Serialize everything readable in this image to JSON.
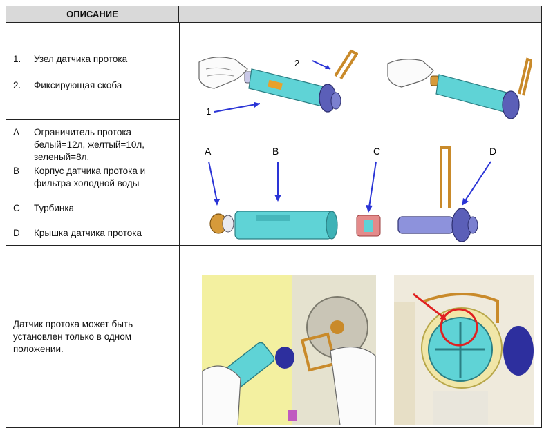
{
  "header": {
    "title": "ОПИСАНИЕ"
  },
  "section1": {
    "items": [
      {
        "num": "1.",
        "label": "Узел датчика протока"
      },
      {
        "num": "2.",
        "label": "Фиксирующая скоба"
      }
    ],
    "callouts": [
      "1",
      "2"
    ]
  },
  "section2": {
    "items": [
      {
        "num": "A",
        "label": "Ограничитель протока белый=12л, желтый=10л, зеленый=8л."
      },
      {
        "num": "B",
        "label": "Корпус датчика протока и фильтра холодной воды"
      },
      {
        "num": "C",
        "label": "Турбинка"
      },
      {
        "num": "D",
        "label": "Крышка датчика протока"
      }
    ],
    "callouts": [
      "A",
      "B",
      "C",
      "D"
    ]
  },
  "section3": {
    "note": "Датчик протока может быть установлен только в одном положении."
  },
  "colors": {
    "header_bg": "#d9d9d9",
    "sensor_body": "#5fd3d6",
    "bracket": "#c98a2a",
    "cap": "#5b5fb8",
    "turbine": "#e48b8b",
    "arrow": "#2a34d6",
    "highlight": "#e02020",
    "boiler_bg": "#f3f0a0"
  }
}
